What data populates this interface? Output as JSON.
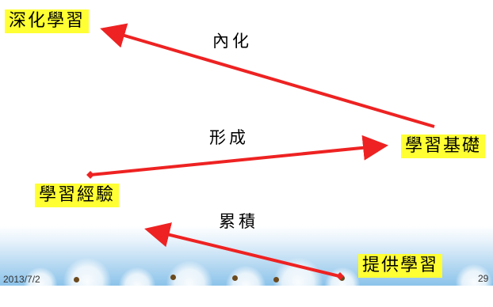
{
  "nodes": {
    "deepen": "深化學習",
    "foundation": "學習基礎",
    "experience": "學習經驗",
    "provide": "提供學習"
  },
  "edges": {
    "internalize": "內化",
    "form": "形成",
    "accumulate": "累積"
  },
  "footer": {
    "date": "2013/7/2",
    "page": "29"
  },
  "colors": {
    "arrow": "#ee2222",
    "label_bg": "#ffff33"
  }
}
